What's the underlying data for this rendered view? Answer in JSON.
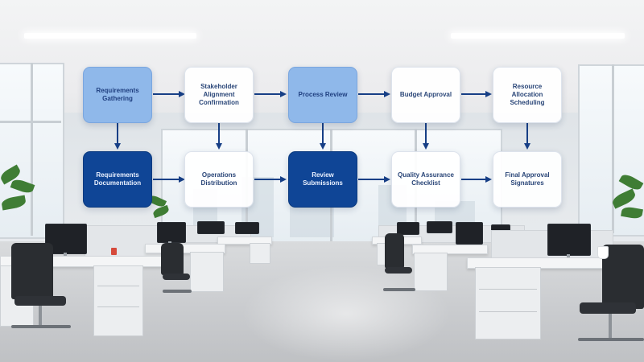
{
  "diagram": {
    "colors": {
      "light_blue": "#8fb8ea",
      "white": "#ffffff",
      "dark_blue": "#0f4596",
      "arrow": "#173f86"
    },
    "row1": [
      {
        "id": "r1c1",
        "label": "Requirements Gathering",
        "style": "light-blue"
      },
      {
        "id": "r1c2",
        "label": "Stakeholder Alignment Confirmation",
        "style": "white"
      },
      {
        "id": "r1c3",
        "label": "Process Review",
        "style": "light-blue"
      },
      {
        "id": "r1c4",
        "label": "Budget Approval",
        "style": "white"
      },
      {
        "id": "r1c5",
        "label": "Resource Allocation Scheduling",
        "style": "white"
      }
    ],
    "row2": [
      {
        "id": "r2c1",
        "label": "Requirements Documentation",
        "style": "dark-blue"
      },
      {
        "id": "r2c2",
        "label": "Operations Distribution",
        "style": "white"
      },
      {
        "id": "r2c3",
        "label": "Review Submissions",
        "style": "dark-blue"
      },
      {
        "id": "r2c4",
        "label": "Quality Assurance Checklist",
        "style": "white"
      },
      {
        "id": "r2c5",
        "label": "Final Approval Signatures",
        "style": "white"
      }
    ]
  }
}
